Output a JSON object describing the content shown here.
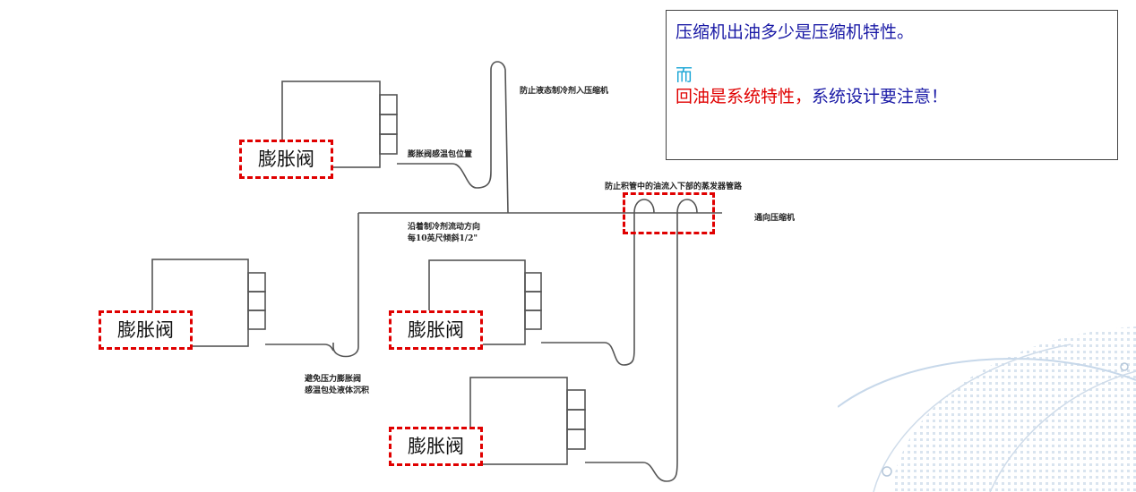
{
  "valve_label": "膨胀阀",
  "notes": {
    "prevent_liquid": "防止液态制冷剂入压缩机",
    "sensor_position": "膨胀阀感温包位置",
    "prevent_oil": "防止积管中的油流入下部的蒸发器管路",
    "to_compressor": "通向压缩机",
    "slope_line1": "沿着制冷剂流动方向",
    "slope_line2": "每10英尺倾斜1/2\"",
    "lower_valve_line1": "避免压力膨胀阀",
    "lower_valve_line2": "感温包处液体沉积"
  },
  "callout": {
    "line1": "压缩机出油多少是压缩机特性。",
    "line2": "而",
    "line3_red": "回油是系统特性，",
    "line3_blue": "系统设计要注意！"
  },
  "colors": {
    "accent_red": "#e00000",
    "text_blue": "#1a1aa6",
    "light_blue": "#19a6d6"
  }
}
